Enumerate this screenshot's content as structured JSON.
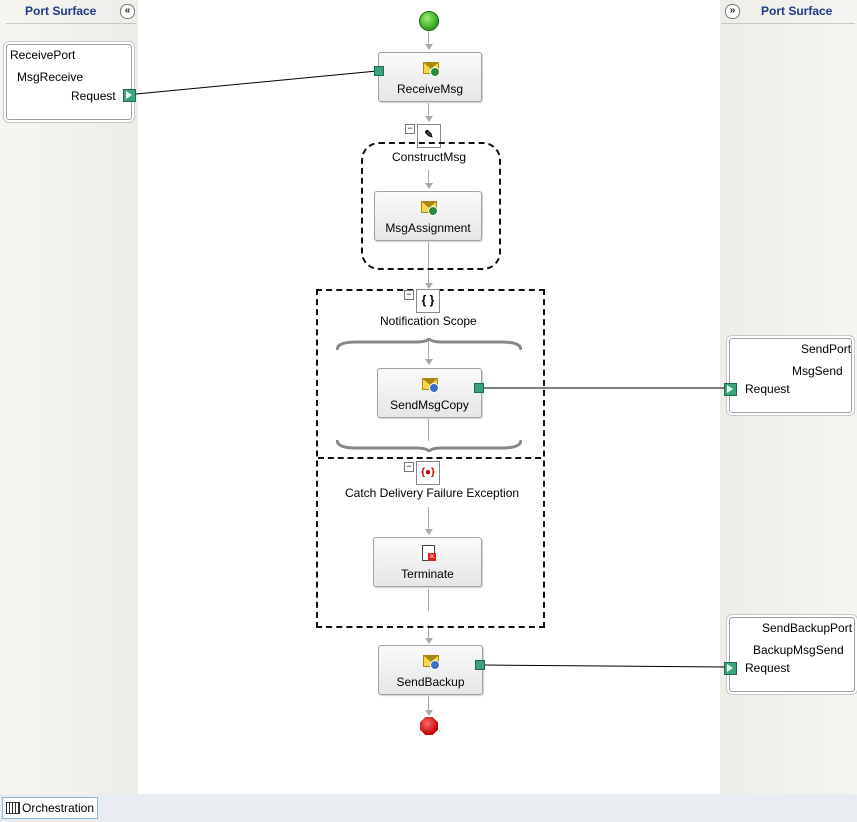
{
  "left_surface": {
    "title": "Port Surface",
    "collapse_glyph": "«"
  },
  "right_surface": {
    "title": "Port Surface",
    "expand_glyph": "»"
  },
  "ports": {
    "receive": {
      "name": "ReceivePort",
      "operation": "MsgReceive",
      "message": "Request"
    },
    "send": {
      "name": "SendPort",
      "operation": "MsgSend",
      "message": "Request"
    },
    "backup": {
      "name": "SendBackupPort",
      "operation": "BackupMsgSend",
      "message": "Request"
    }
  },
  "shapes": {
    "receive_msg": "ReceiveMsg",
    "construct_msg": "ConstructMsg",
    "msg_assignment": "MsgAssignment",
    "notification_scope": "Notification Scope",
    "send_msg_copy": "SendMsgCopy",
    "catch_block": "Catch Delivery Failure Exception",
    "terminate": "Terminate",
    "send_backup": "SendBackup"
  },
  "scope_icon_text": "{ }",
  "catch_icon_text": "{●}",
  "bottom_tab": {
    "label": "Orchestration"
  },
  "colors": {
    "surface_title": "#1d3b8a",
    "port_connector": "#3aa37d",
    "start": "#2ea11b",
    "end": "#c20000"
  }
}
